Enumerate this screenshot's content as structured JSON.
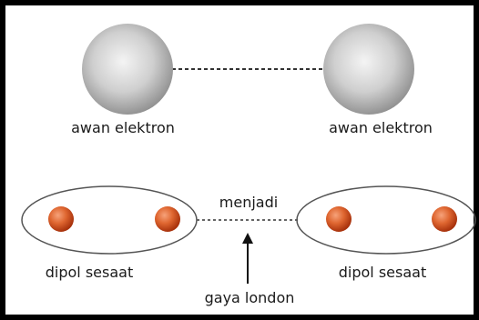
{
  "labels": {
    "electron_cloud_left": "awan elektron",
    "electron_cloud_right": "awan elektron",
    "becomes": "menjadi",
    "dipole_left": "dipol sesaat",
    "dipole_right": "dipol sesaat",
    "london_force": "gaya london"
  },
  "colors": {
    "frame": "#000000",
    "sphere_light": "#f4f4f4",
    "sphere_dark": "#8f8f8f",
    "electron_light": "#f6a27a",
    "electron_dark": "#a8320c",
    "outline": "#555555"
  },
  "icons": {
    "arrow": "up-arrow-icon"
  }
}
